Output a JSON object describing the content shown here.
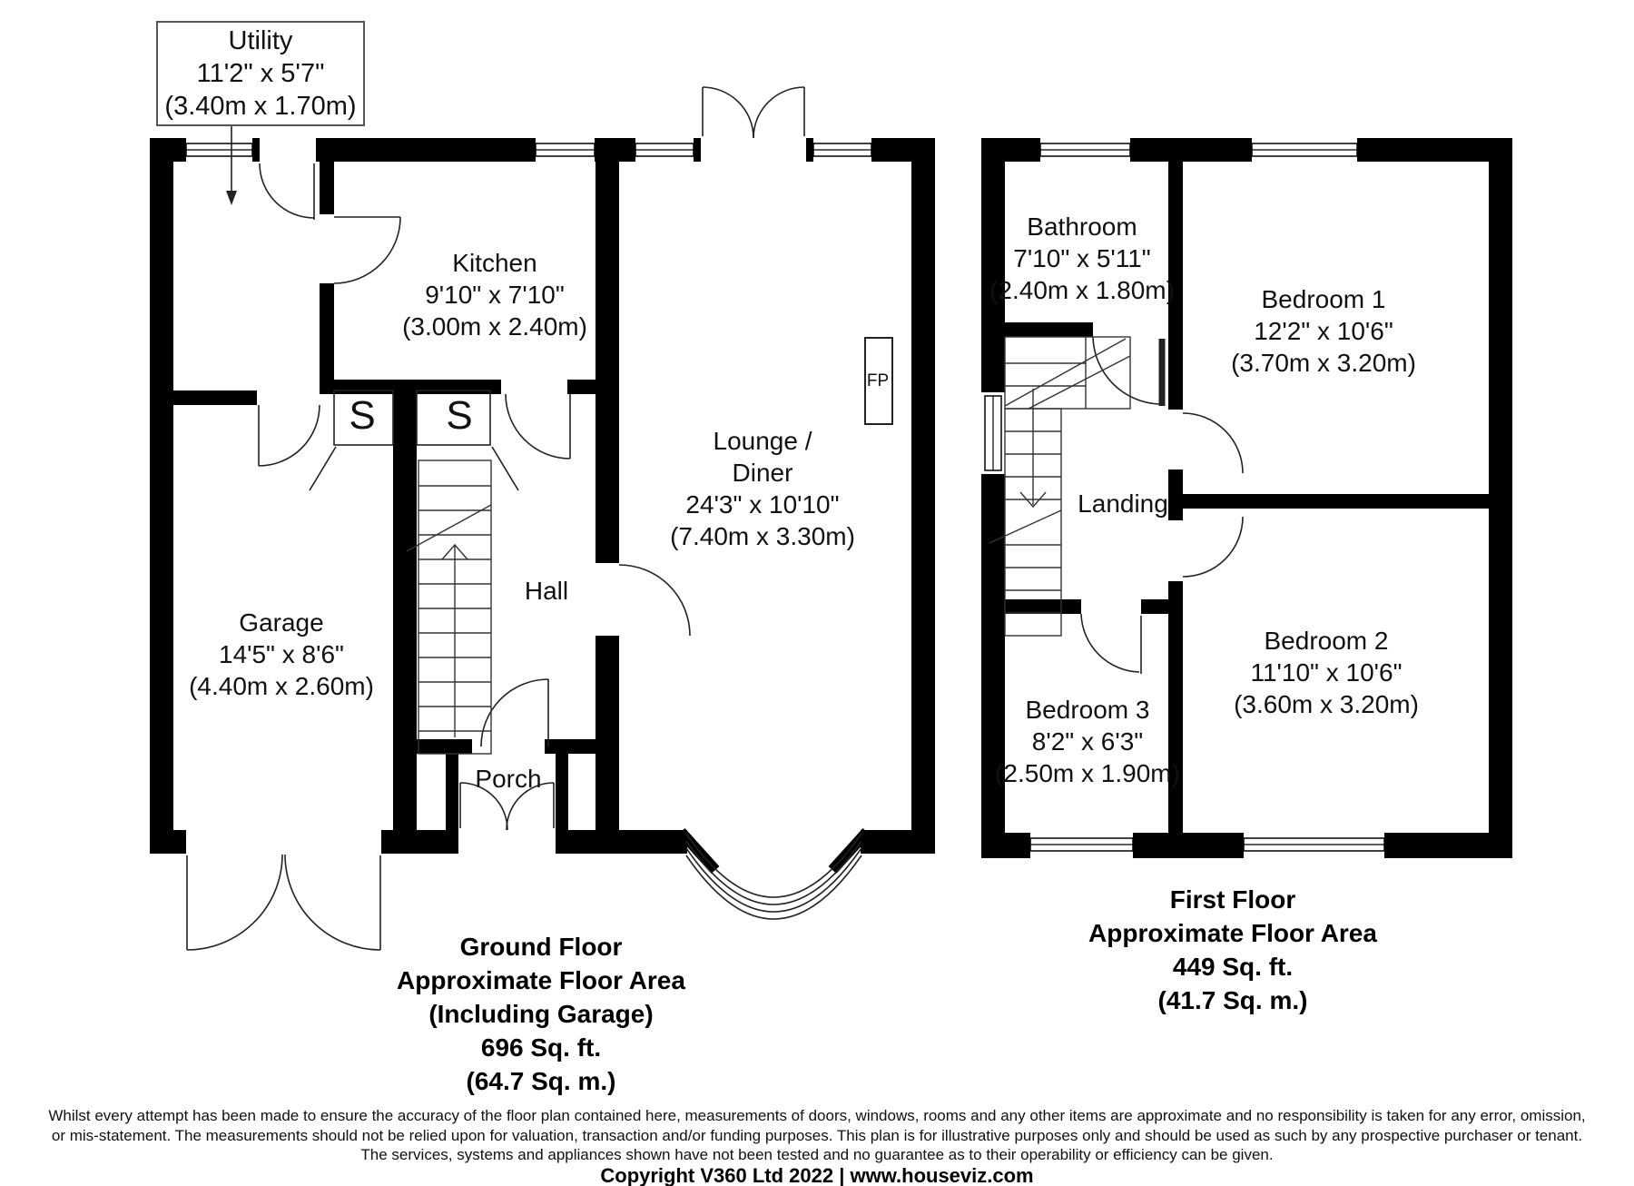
{
  "ground_floor": {
    "rooms": {
      "utility": {
        "name": "Utility",
        "size_imperial": "11'2\" x 5'7\"",
        "size_metric": "(3.40m x 1.70m)"
      },
      "kitchen": {
        "name": "Kitchen",
        "size_imperial": "9'10\" x 7'10\"",
        "size_metric": "(3.00m x 2.40m)"
      },
      "lounge_diner": {
        "name_line1": "Lounge /",
        "name_line2": "Diner",
        "size_imperial": "24'3\" x 10'10\"",
        "size_metric": "(7.40m x 3.30m)"
      },
      "garage": {
        "name": "Garage",
        "size_imperial": "14'5\" x 8'6\"",
        "size_metric": "(4.40m x 2.60m)"
      },
      "hall": {
        "name": "Hall"
      },
      "porch": {
        "name": "Porch"
      },
      "store_left": {
        "label": "S"
      },
      "store_right": {
        "label": "S"
      },
      "fireplace": {
        "label": "FP"
      }
    },
    "caption": [
      "Ground Floor",
      "Approximate Floor Area",
      "(Including Garage)",
      "696 Sq. ft.",
      "(64.7 Sq. m.)"
    ]
  },
  "first_floor": {
    "rooms": {
      "bathroom": {
        "name": "Bathroom",
        "size_imperial": "7'10\" x 5'11\"",
        "size_metric": "(2.40m x 1.80m)"
      },
      "bedroom1": {
        "name": "Bedroom 1",
        "size_imperial": "12'2\" x 10'6\"",
        "size_metric": "(3.70m x 3.20m)"
      },
      "bedroom2": {
        "name": "Bedroom 2",
        "size_imperial": "11'10\" x 10'6\"",
        "size_metric": "(3.60m x 3.20m)"
      },
      "bedroom3": {
        "name": "Bedroom 3",
        "size_imperial": "8'2\" x 6'3\"",
        "size_metric": "(2.50m x 1.90m)"
      },
      "landing": {
        "name": "Landing"
      }
    },
    "caption": [
      "First Floor",
      "Approximate Floor Area",
      "449 Sq. ft.",
      "(41.7 Sq. m.)"
    ]
  },
  "footer": {
    "disclaimer": [
      "Whilst every attempt has been made to ensure the accuracy of the floor plan contained here, measurements of doors, windows, rooms and any other items are approximate and no responsibility is taken for any error, omission,",
      "or mis-statement. The measurements should not be relied upon for valuation, transaction and/or funding purposes. This plan is for illustrative purposes only and should be used as such by any prospective purchaser or tenant.",
      "The services, systems and appliances shown have not been tested and no guarantee as to their operability or efficiency can be given."
    ],
    "copyright": "Copyright V360 Ltd 2022 | www.houseviz.com"
  },
  "colors": {
    "wall": "#000000",
    "background": "#ffffff",
    "text": "#111111"
  }
}
